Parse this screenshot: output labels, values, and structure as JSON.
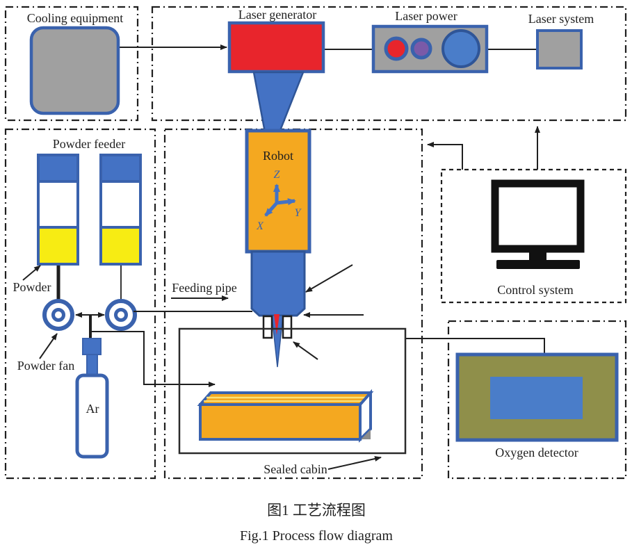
{
  "colors": {
    "blue_fill": "#4472c4",
    "blue_border": "#2f5597",
    "box_border_blue": "#3a62ad",
    "orange": "#f4a820",
    "red": "#e8252c",
    "yellow": "#f7ec13",
    "gray": "#a0a0a0",
    "olive": "#8f8f4a",
    "purple": "#7a5aa8",
    "screen_blue": "#4a7dc9",
    "line_black": "#1f1f1f"
  },
  "diagram": {
    "cooling_equipment_label": "Cooling equipment",
    "laser_generator_label": "Laser generator",
    "laser_power_label": "Laser power",
    "laser_system_label": "Laser system",
    "powder_feeder_label": "Powder feeder",
    "powder_label": "Powder",
    "powder_fan_label": "Powder fan",
    "argon_label": "Ar",
    "feeding_pipe_label": "Feeding pipe",
    "robot_label": "Robot",
    "axis_z_label": "Z",
    "axis_y_label": "Y",
    "axis_x_label": "X",
    "sealed_cabin_label": "Sealed cabin",
    "control_system_label": "Control system",
    "oxygen_detector_label": "Oxygen detector"
  },
  "caption": {
    "zh": "图1  工艺流程图",
    "en": "Fig.1  Process flow diagram"
  }
}
